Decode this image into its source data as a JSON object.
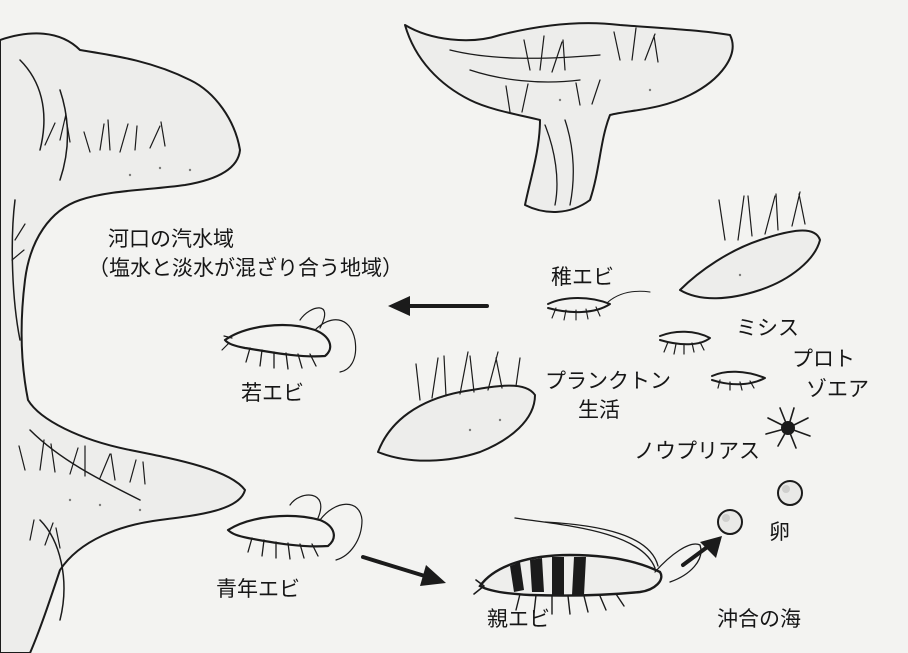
{
  "labels": {
    "estuary_title": "河口の汽水域",
    "estuary_note": "（塩水と淡水が混ざり合う地域）",
    "juvenile": "稚エビ",
    "mysis": "ミシス",
    "proto": "プロト",
    "zoea": "ゾエア",
    "plankton_1": "プランクトン",
    "plankton_2": "生活",
    "nauplius": "ノウプリアス",
    "egg": "卵",
    "young": "若エビ",
    "youth": "青年エビ",
    "parent": "親エビ",
    "offshore": "沖合の海"
  },
  "icons": {
    "arrow_to_estuary": "arrow-left-icon",
    "arrow_to_parent": "arrow-right-down-icon",
    "arrow_to_egg": "arrow-up-right-icon"
  }
}
